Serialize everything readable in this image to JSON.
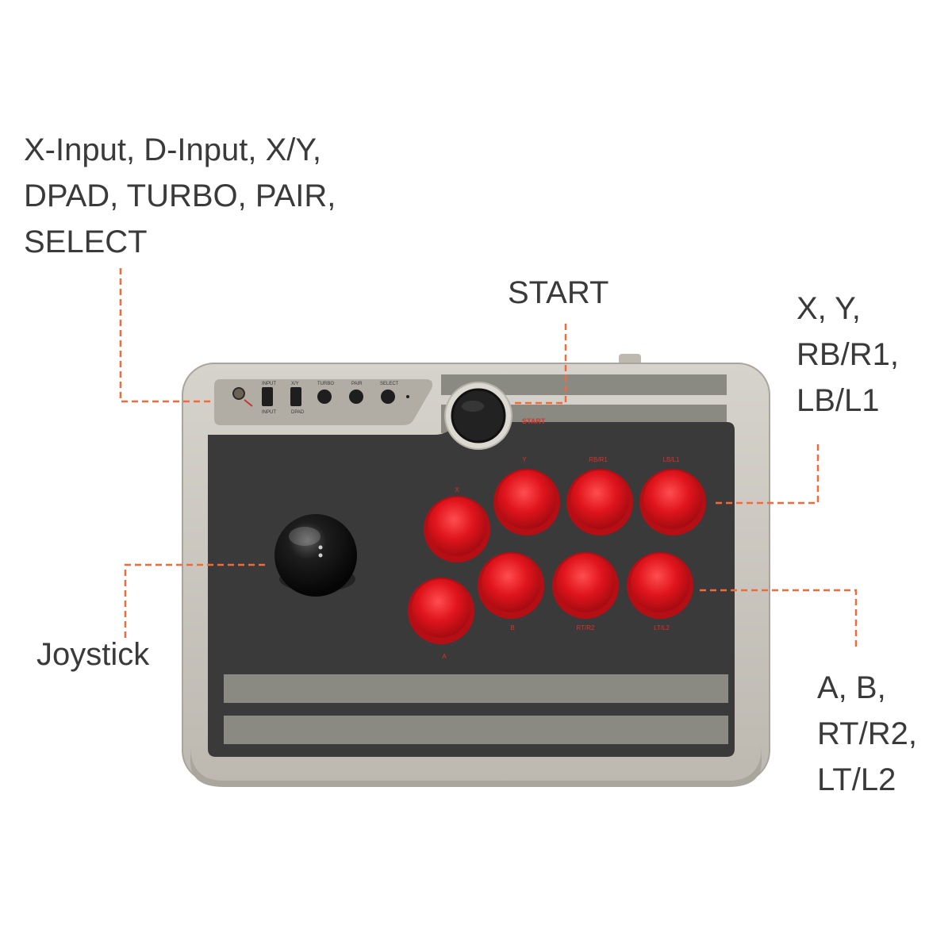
{
  "callouts": {
    "top_left": [
      "X-Input, D-Input, X/Y,",
      "DPAD, TURBO, PAIR,",
      "SELECT"
    ],
    "start": [
      "START"
    ],
    "right_top": [
      "X, Y,",
      "RB/R1,",
      "LB/L1"
    ],
    "joystick": [
      "Joystick"
    ],
    "right_bottom": [
      "A, B,",
      "RT/R2,",
      "LT/L2"
    ]
  },
  "device": {
    "start_label": "START",
    "switch_labels": [
      "INPUT",
      "X/Y",
      "TURBO",
      "PAIR",
      "SELECT"
    ],
    "switch_sub_labels": [
      "INPUT",
      "DPAD"
    ],
    "button_labels_top": [
      "X",
      "Y",
      "RB/R1",
      "LB/L1"
    ],
    "button_labels_bottom": [
      "A",
      "B",
      "RT/R2",
      "LT/L2"
    ]
  },
  "colors": {
    "shell": "#c9c6bf",
    "face": "#3a3a3a",
    "stripe": "#8a8a82",
    "button_red": "#e0141c",
    "leader": "#f26a3a",
    "label_red": "#d8322a"
  }
}
